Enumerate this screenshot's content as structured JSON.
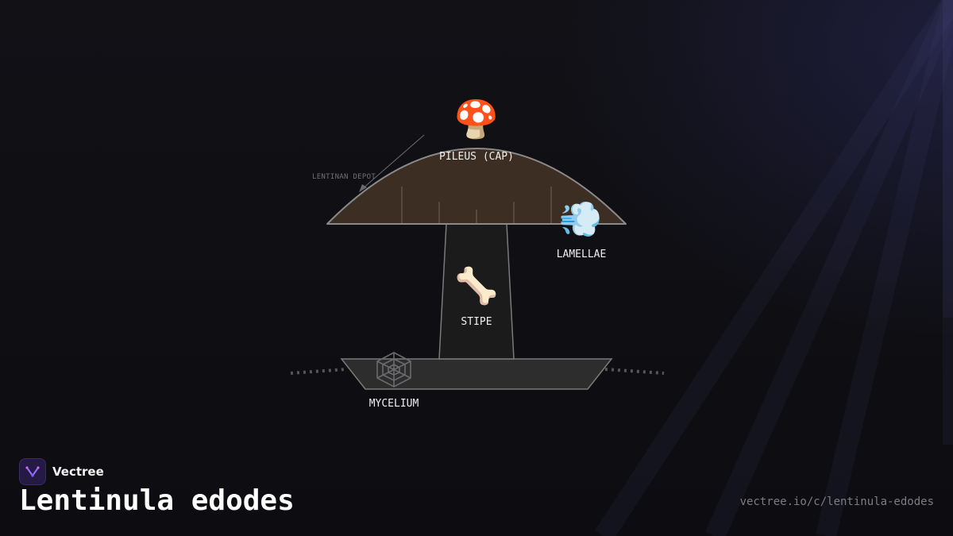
{
  "diagram": {
    "parts": [
      {
        "id": "cap",
        "label": "PILEUS (CAP)",
        "icon": "mushroom-icon",
        "glyph": "🍄"
      },
      {
        "id": "gills",
        "label": "LAMELLAE",
        "icon": "dash-wind-icon",
        "glyph": "💨"
      },
      {
        "id": "stem",
        "label": "STIPE",
        "icon": "bone-icon",
        "glyph": "🦴"
      },
      {
        "id": "base",
        "label": "MYCELIUM",
        "icon": "web-icon"
      }
    ],
    "annotation": "LENTINAN DEPOT"
  },
  "colors": {
    "cap_fill": "#3d2e24",
    "outline": "#8a8a8a",
    "stem_fill": "#1b1b1b",
    "base_fill": "#2d2d2d",
    "accent": "#8b5cf6"
  },
  "footer": {
    "brand": "Vectree",
    "title": "Lentinula edodes",
    "url": "vectree.io/c/lentinula-edodes"
  }
}
